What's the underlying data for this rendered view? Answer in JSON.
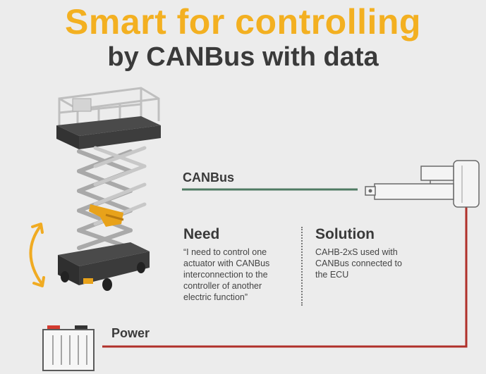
{
  "header": {
    "title": "Smart for controlling",
    "subtitle": "by CANBus with data"
  },
  "labels": {
    "canbus": "CANBus",
    "power": "Power"
  },
  "need": {
    "heading": "Need",
    "lines": [
      "“I need to control one",
      "actuator with CANBus",
      "interconnection to the",
      "controller of another",
      "electric function”"
    ]
  },
  "solution": {
    "heading": "Solution",
    "lines": [
      "CAHB-2xS used with",
      "CANBus connected to",
      "the ECU"
    ]
  },
  "colors": {
    "title": "#f3b021",
    "canbus_line": "#4f7a63",
    "power_line": "#b0302a",
    "text": "#3a3a3a"
  },
  "icons": [
    "scissor-lift-icon",
    "rotation-arrow-icon",
    "linear-actuator-icon",
    "battery-icon"
  ]
}
